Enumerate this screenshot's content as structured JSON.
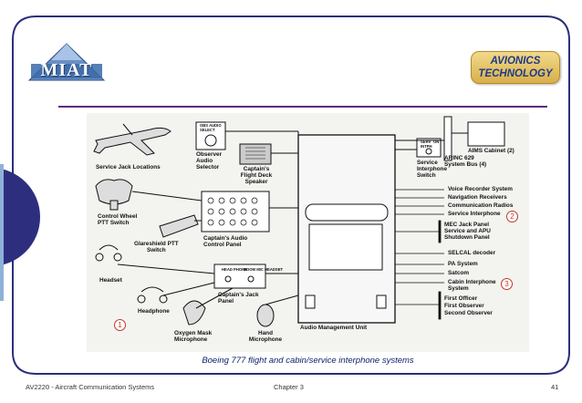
{
  "brand": {
    "logo_text": "MIAT",
    "badge_line1": "AVIONICS",
    "badge_line2": "TECHNOLOGY"
  },
  "diagram": {
    "service_jack_locations": "Service Jack Locations",
    "observer_audio_selector": [
      "Observer",
      "Audio",
      "Selector"
    ],
    "captains_flight_deck_speaker": [
      "Captain's",
      "Flight Deck",
      "Speaker"
    ],
    "service_interphone_switch": [
      "Service",
      "Interphone",
      "Switch"
    ],
    "aims_cabinet": "AIMS Cabinet (2)",
    "arinc_bus": [
      "ARINC 629",
      "System Bus (4)"
    ],
    "control_wheel_ptt": [
      "Control Wheel",
      "PTT Switch"
    ],
    "glareshield_ptt": [
      "Glareshield PTT",
      "Switch"
    ],
    "captains_audio_control_panel": [
      "Captain's Audio",
      "Control Panel"
    ],
    "headset": "Headset",
    "headphone": "Headphone",
    "oxygen_mask_microphone": [
      "Oxygen Mask",
      "Microphone"
    ],
    "captains_jack_panel": [
      "Captain's Jack",
      "Panel"
    ],
    "hand_microphone": [
      "Hand",
      "Microphone"
    ],
    "audio_management_unit": "Audio Management Unit",
    "small_obs_label": [
      "OBS AUDIO",
      "SELECT"
    ],
    "small_switch_label": [
      "SERV",
      "INTPH",
      "ON"
    ],
    "small_jack_labels": [
      "HEAD PHONE",
      "BOOM MIC HEADSET"
    ],
    "right_labels": [
      "Voice Recorder System",
      "Navigation Receivers",
      "Communication Radios",
      "Service Interphone",
      "MEC Jack Panel",
      "Service and APU",
      "Shutdown Panel",
      "SELCAL decoder",
      "PA System",
      "Satcom",
      "Cabin Interphone",
      "System",
      "First Officer",
      "First Observer",
      "Second Observer"
    ],
    "markers": [
      "1",
      "2",
      "3"
    ]
  },
  "caption": "Boeing 777 flight and cabin/service interphone systems",
  "footer": {
    "course": "AV2220 - Aircraft Communication Systems",
    "chapter": "Chapter 3",
    "page": "41"
  }
}
